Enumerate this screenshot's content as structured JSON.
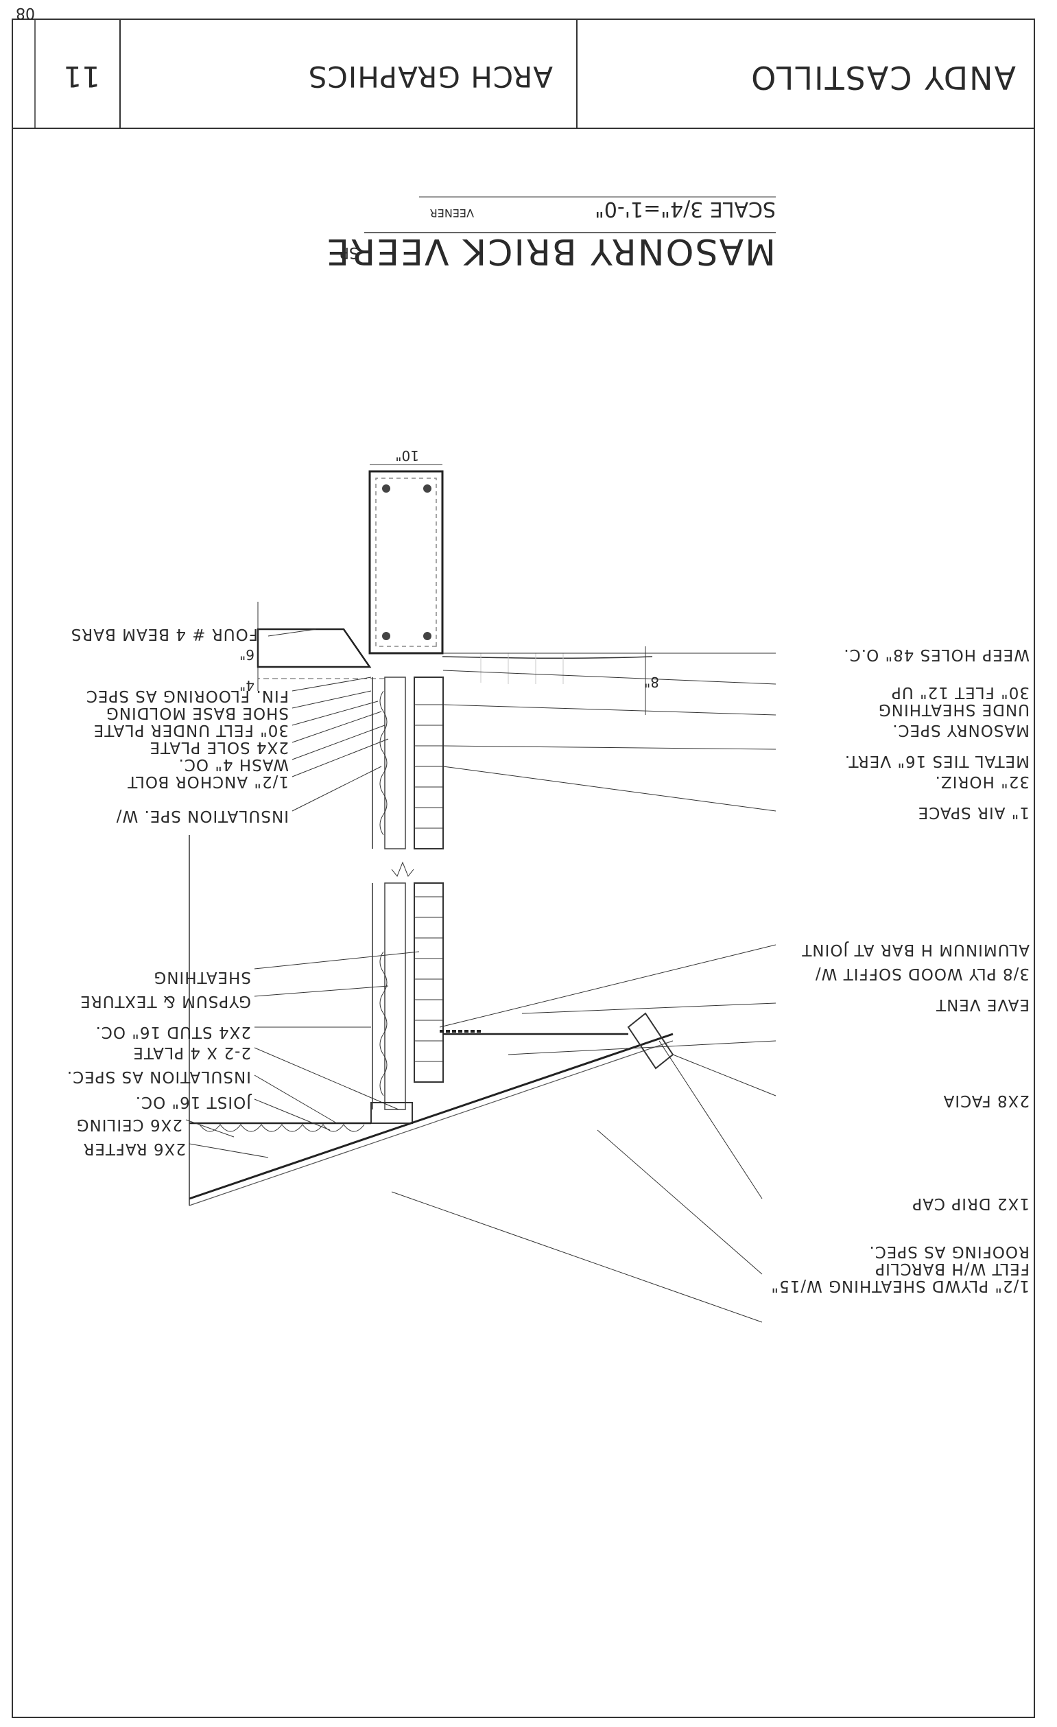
{
  "title_block": {
    "sheet_number": "11",
    "course": "ARCH GRAPHICS",
    "author": "ANDY CASTILLO",
    "corner_mark": "08"
  },
  "drawing": {
    "title": "MASONRY BRICK VEERE",
    "title_suffix": "SP",
    "scale": "SCALE 3/4\"=1'-0\"",
    "scale_note": "VEENER"
  },
  "dimensions": {
    "footing_width": "10\"",
    "weep_height": "8\"",
    "slab_upper": "6\"",
    "slab_lower": "4\""
  },
  "labels_left": [
    "FOUR # 4 BEAM BARS",
    "FIN. FLOORING AS SPEC",
    "SHOE BASE MOLDING",
    "30\" FELT UNDER PLATE",
    "2X4 SOLE PLATE",
    "WASH 4\" OC.",
    "1/2\" ANCHOR BOLT",
    "INSULATION SPE. W/",
    "SHEATHING",
    "GYPSUM & TEXTURE",
    "2X4 STUD 16\" OC.",
    "2-2 X 4 PLATE",
    "INSULATION AS SPEC.",
    "JOIST 16\" OC.",
    "2X6 CEILING",
    "2X6 RAFTER"
  ],
  "labels_right": [
    "WEEP HOLES 48\" O.C.",
    "30\" FLET 12\" UP",
    "UNDE SHEATHING",
    "MASONRY SPEC.",
    "METAL TIES 16\" VERT.",
    "32\" HORIZ.",
    "1\" AIR SPACE",
    "ALUMINUM H BAR AT JOINT",
    "3/8 PLY WOOD SOFFIT W/",
    "EAVE VENT",
    "2X8 FACIA",
    "1X2 DRIP CAP",
    "ROOFING AS SPEC.",
    "FELT W/H BARCLIP",
    "1/2\" PLYWD SHEATHING W/15\""
  ]
}
